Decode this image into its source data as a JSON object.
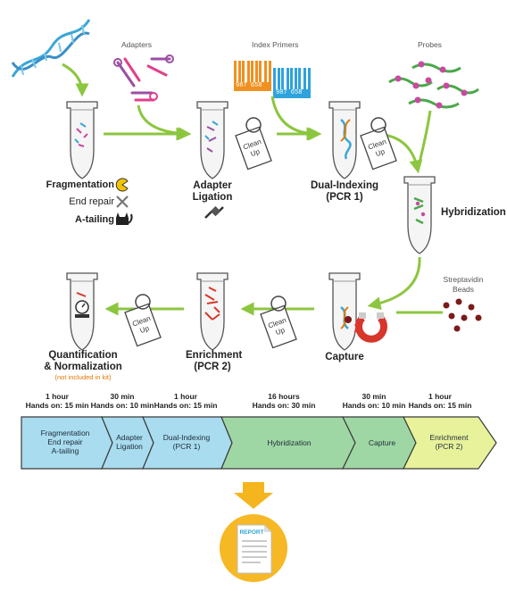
{
  "top_labels": {
    "adapters": "Adapters",
    "index_primers": "Index Primers",
    "probes": "Probes",
    "streptavidin": "Streptavidin",
    "beads": "Beads"
  },
  "barcodes": {
    "left": "987 658",
    "right": "987 658"
  },
  "clean_up_tag": "Clean Up",
  "fragmentation": {
    "items": [
      "Fragmentation",
      "End repair",
      "A-tailing"
    ]
  },
  "steps": {
    "adapter_ligation": [
      "Adapter",
      "Ligation"
    ],
    "dual_indexing": [
      "Dual-Indexing",
      "(PCR 1)"
    ],
    "hybridization": "Hybridization",
    "capture": "Capture",
    "enrichment": [
      "Enrichment",
      "(PCR 2)"
    ],
    "quantification": [
      "Quantification",
      "& Normalization"
    ],
    "quant_note": "(not included in kit)"
  },
  "timeline": {
    "segments": [
      {
        "lines": [
          "Fragmentation",
          "End repair",
          "A-tailing"
        ],
        "time": "1 hour",
        "hands_on": "Hands on: 15 min"
      },
      {
        "lines": [
          "Adapter",
          "Ligation"
        ],
        "time": "30 min",
        "hands_on": "Hands on: 10 min"
      },
      {
        "lines": [
          "Dual-Indexing",
          "(PCR 1)"
        ],
        "time": "1 hour",
        "hands_on": "Hands on: 15 min"
      },
      {
        "lines": [
          "Hybridization"
        ],
        "time": "16 hours",
        "hands_on": "Hands on: 30 min"
      },
      {
        "lines": [
          "Capture"
        ],
        "time": "30 min",
        "hands_on": "Hands on: 10 min"
      },
      {
        "lines": [
          "Enrichment",
          "(PCR 2)"
        ],
        "time": "1 hour",
        "hands_on": "Hands on: 15 min"
      }
    ],
    "colors": [
      "#a8dcee",
      "#a8dcee",
      "#a8dcee",
      "#9fd7a4",
      "#9fd7a4",
      "#e7f29a"
    ]
  },
  "report_label": "REPORT",
  "colors": {
    "arrow": "#8cc63f",
    "down_arrow": "#f5b51f",
    "report_circle": "#f7b825"
  }
}
